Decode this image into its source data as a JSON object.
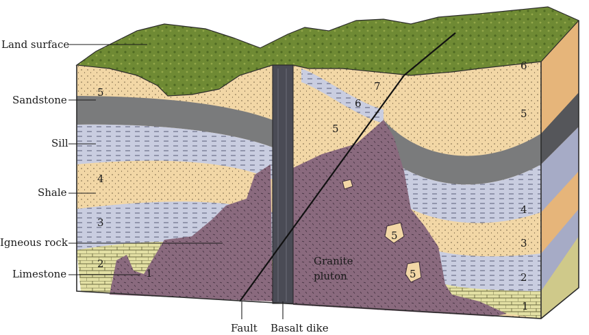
{
  "labels": {
    "land_surface": "Land surface",
    "sandstone": "Sandstone",
    "sill": "Sill",
    "shale": "Shale",
    "igneous_rock": "Igneous rock",
    "limestone": "Limestone",
    "fault": "Fault",
    "basalt_dike": "Basalt dike",
    "granite_pluton_line1": "Granite",
    "granite_pluton_line2": "pluton"
  },
  "layer_numbers": {
    "left_5": "5",
    "left_4": "4",
    "left_3": "3",
    "left_2": "2",
    "left_1": "1",
    "mid_7": "7",
    "mid_6": "6",
    "mid_5": "5",
    "right_6": "6",
    "right_5": "5",
    "right_4": "4",
    "right_3": "3",
    "right_2": "2",
    "right_1": "1",
    "xenolith_a": "5",
    "xenolith_b": "5"
  },
  "colors": {
    "sandstone": "#f2d7a6",
    "shale": "#c9cde0",
    "sill": "#7a7b7c",
    "limestone": "#e3e0a4",
    "granite": "#8a6a7e",
    "dike": "#4a4b55",
    "land": "#6f8a34"
  }
}
